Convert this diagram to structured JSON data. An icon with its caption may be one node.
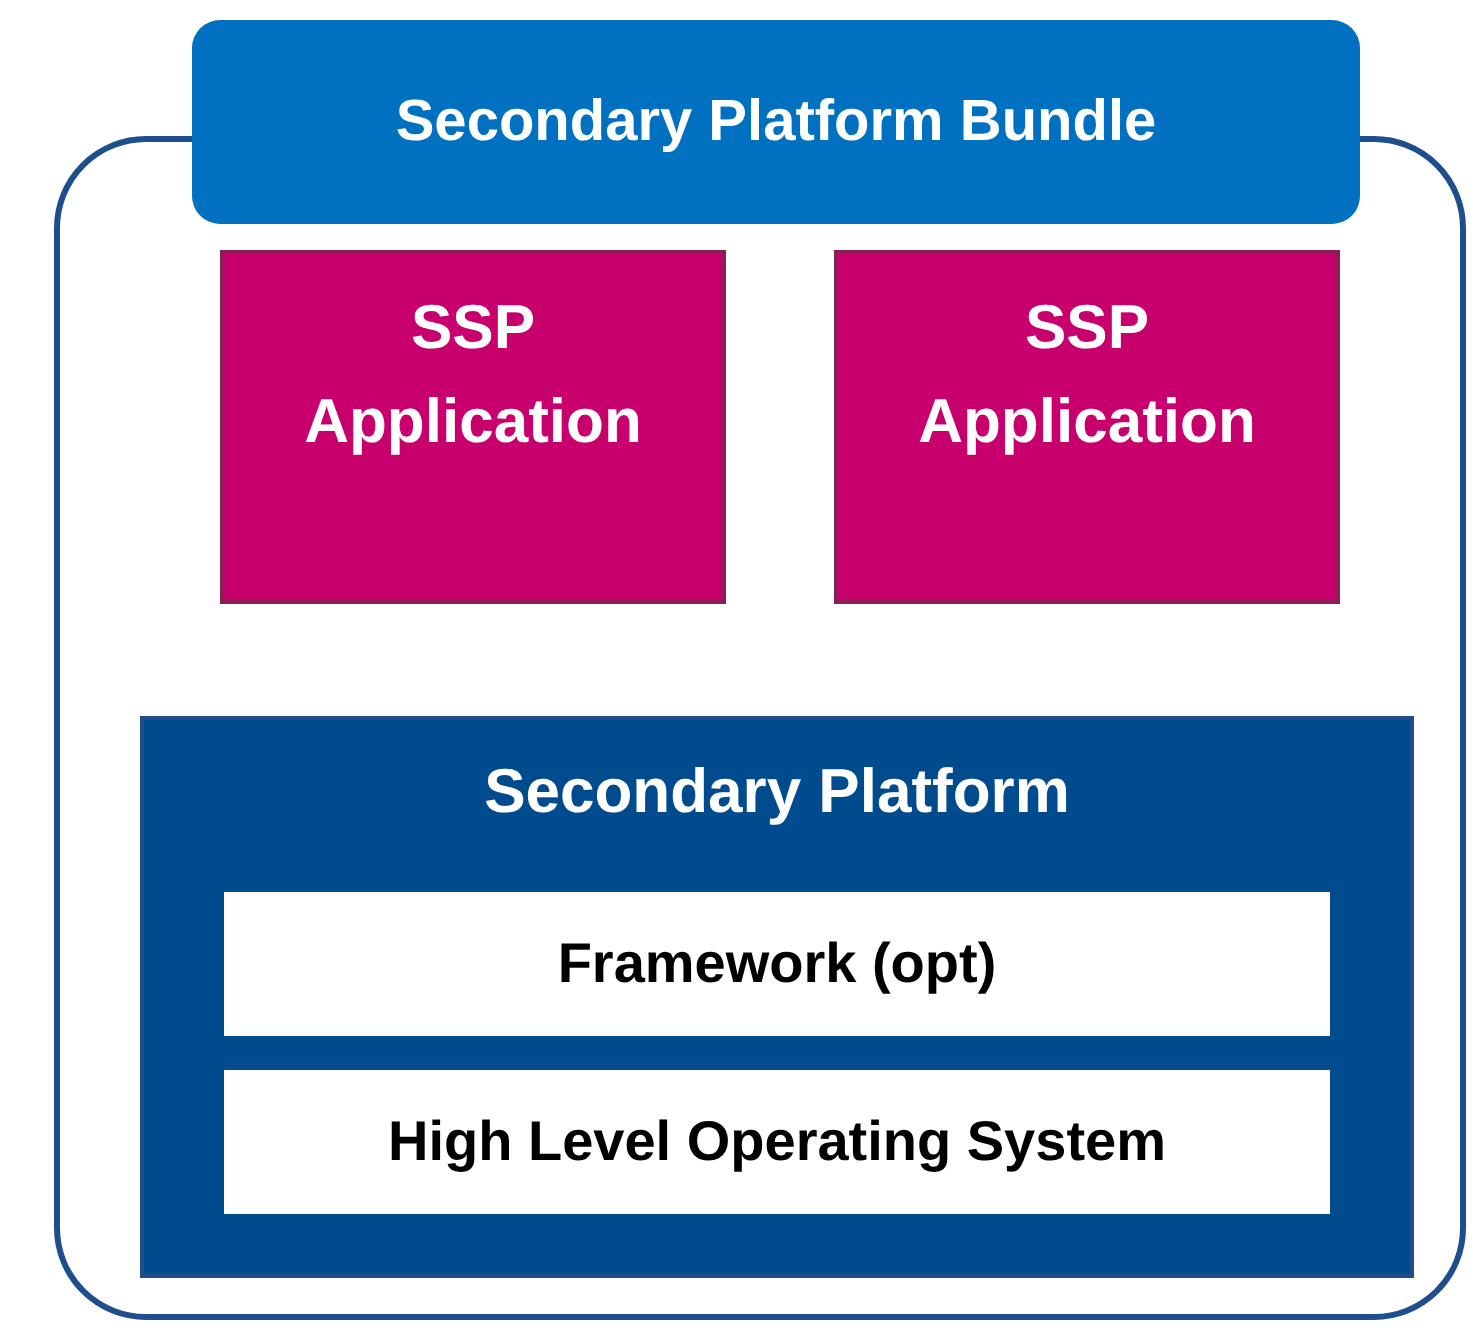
{
  "diagram": {
    "nodes": [
      {
        "text": [
          "Secondary Platform Bundle"
        ]
      },
      {
        "text": [
          "SSP Application"
        ],
        "in": 0
      },
      {
        "text": [
          "SSP Application"
        ],
        "in": 0
      },
      {
        "text": [
          "Secondary Platform"
        ],
        "in": 0
      },
      {
        "text": [
          "Framework (opt)"
        ],
        "in": 3
      },
      {
        "text": [
          "High Level Operating System"
        ],
        "in": 3
      }
    ]
  }
}
